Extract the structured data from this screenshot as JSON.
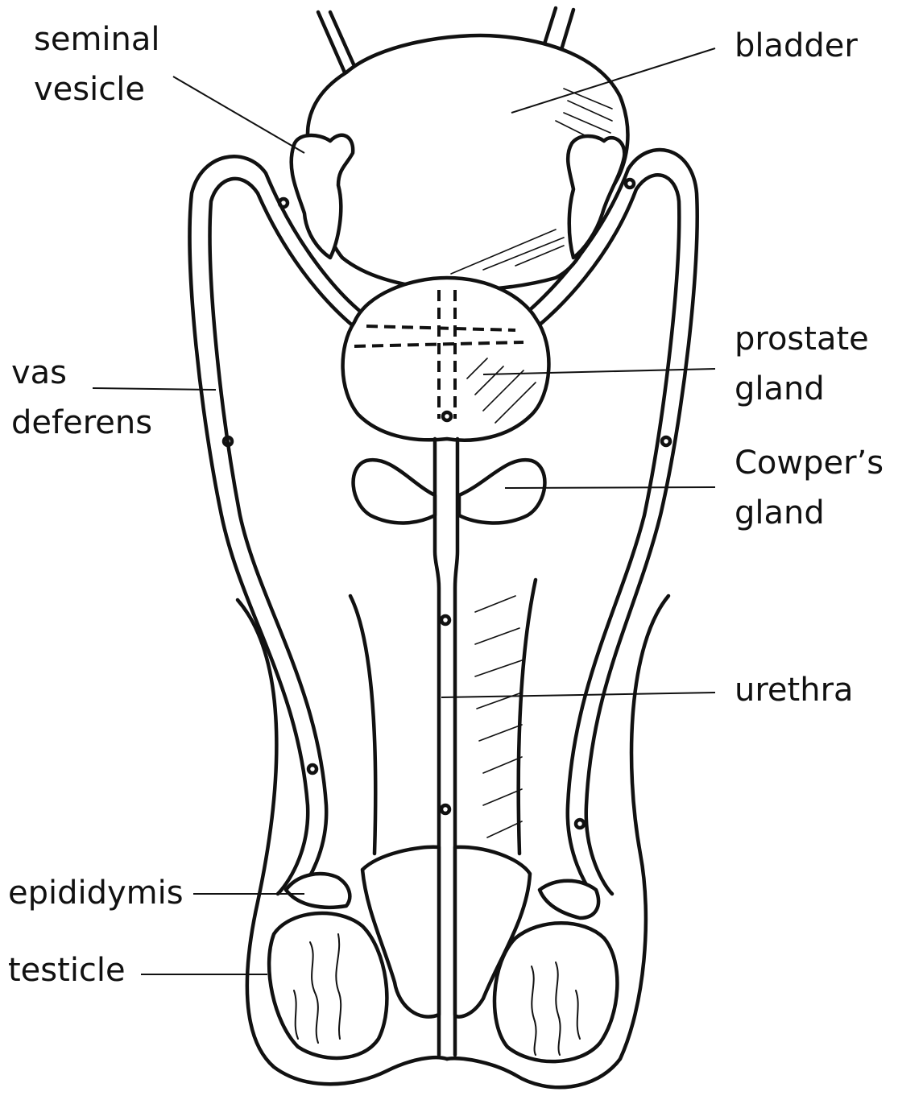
{
  "labels": {
    "seminal_vesicle": [
      "seminal",
      "vesicle"
    ],
    "bladder": [
      "bladder"
    ],
    "prostate_gland": [
      "prostate",
      "gland"
    ],
    "vas_deferens": [
      "vas",
      "deferens"
    ],
    "cowpers_gland": [
      "Cowper’s",
      "gland"
    ],
    "urethra": [
      "urethra"
    ],
    "epididymis": [
      "epididymis"
    ],
    "testicle": [
      "testicle"
    ]
  },
  "colors": {
    "ink": "#111111",
    "paper": "#ffffff"
  }
}
